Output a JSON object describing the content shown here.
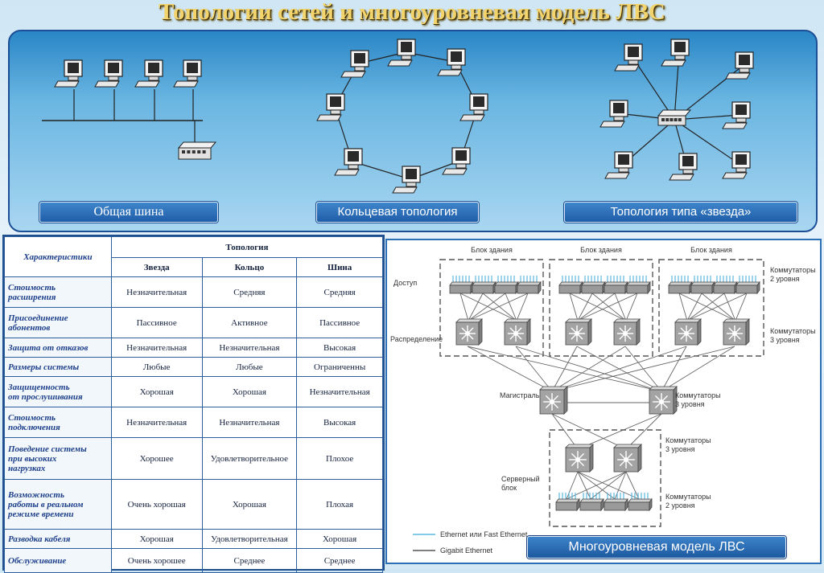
{
  "title": "Топологии сетей и многоуровневая модель ЛВС",
  "captions": {
    "bus": "Общая шина",
    "ring": "Кольцевая топология",
    "star": "Топология типа «звезда»"
  },
  "table": {
    "characteristics_header": "Характеристики",
    "topology_header": "Топология",
    "columns": [
      "Звезда",
      "Кольцо",
      "Шина"
    ],
    "rows": [
      {
        "label": "Стоимость\nрасширения",
        "values": [
          "Незначительная",
          "Средняя",
          "Средняя"
        ]
      },
      {
        "label": "Присоединение\nабонентов",
        "values": [
          "Пассивное",
          "Активное",
          "Пассивное"
        ]
      },
      {
        "label": "Защита от отказов",
        "values": [
          "Незначительная",
          "Незначительная",
          "Высокая"
        ]
      },
      {
        "label": "Размеры системы",
        "values": [
          "Любые",
          "Любые",
          "Ограниченны"
        ]
      },
      {
        "label": "Защищенность\nот прослушивания",
        "values": [
          "Хорошая",
          "Хорошая",
          "Незначительная"
        ]
      },
      {
        "label": "Стоимость\nподключения",
        "values": [
          "Незначительная",
          "Незначительная",
          "Высокая"
        ]
      },
      {
        "label": "Поведение системы\nпри высоких\nнагрузках",
        "values": [
          "Хорошее",
          "Удовлетворительное",
          "Плохое"
        ]
      },
      {
        "label": "Возможность\nработы в реальном\nрежиме времени",
        "values": [
          "Очень хорошая",
          "Хорошая",
          "Плохая"
        ]
      },
      {
        "label": "Разводка кабеля",
        "values": [
          "Хорошая",
          "Удовлетворительная",
          "Хорошая"
        ]
      },
      {
        "label": "Обслуживание",
        "values": [
          "Очень хорошее",
          "Среднее",
          "Среднее"
        ]
      }
    ]
  },
  "diagram": {
    "block_label": "Блок здания",
    "access": "Доступ",
    "distribution": "Распределение",
    "core": "Магистраль",
    "server_block": "Серверный\nблок",
    "switches_l2": "Коммутаторы\n2 уровня",
    "switches_l3": "Коммутаторы\n3 уровня",
    "legend_ethernet": "Ethernet или Fast Ethernet",
    "legend_gigabit": "Gigabit Ethernet",
    "caption": "Многоуровневая модель ЛВС"
  },
  "colors": {
    "title": "#f3d36b",
    "caption_blue": "#1f5da8",
    "table_border": "#2d5f9f",
    "ethernet_line": "#5ab7e0",
    "gigabit_line": "#555555"
  },
  "icons": {
    "computer": "computer-icon",
    "hub": "hub-icon",
    "switch_l2": "switch-l2-icon",
    "switch_l3": "switch-l3-icon"
  }
}
